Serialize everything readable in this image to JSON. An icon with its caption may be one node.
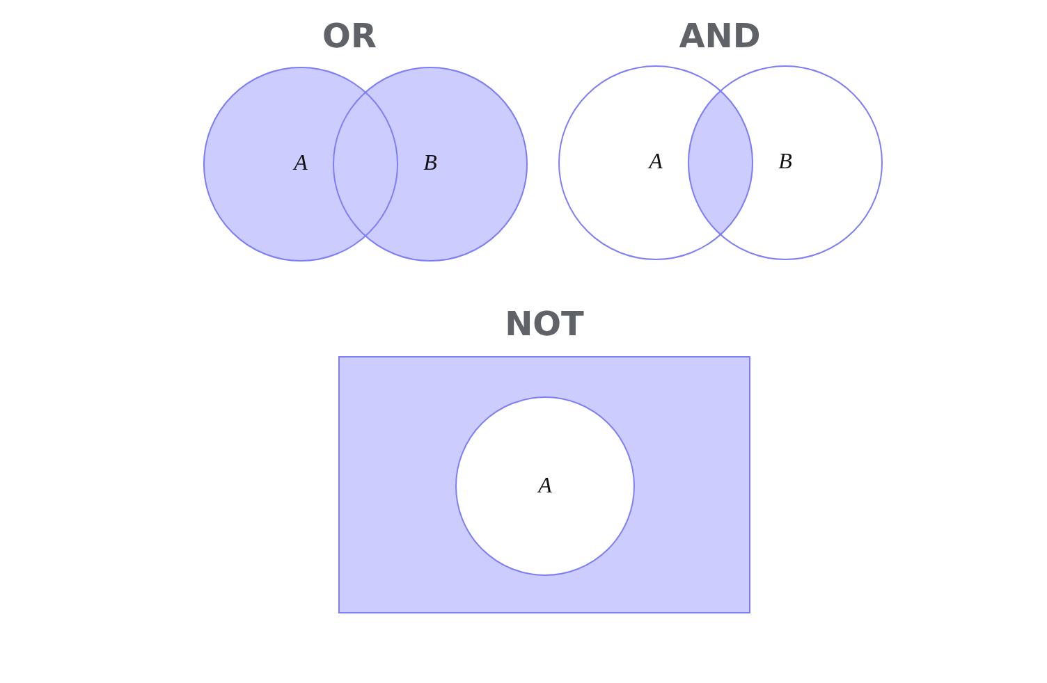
{
  "diagram": {
    "nodes": [
      {
        "text": [
          "A"
        ]
      },
      {
        "text": [
          "B"
        ]
      },
      {
        "text": [
          "A"
        ]
      },
      {
        "text": [
          "B"
        ]
      },
      {
        "text": [],
        "shape": "box"
      },
      {
        "text": [
          "A"
        ],
        "in": 4
      }
    ],
    "labels": [
      "OR",
      "AND",
      "NOT"
    ]
  }
}
